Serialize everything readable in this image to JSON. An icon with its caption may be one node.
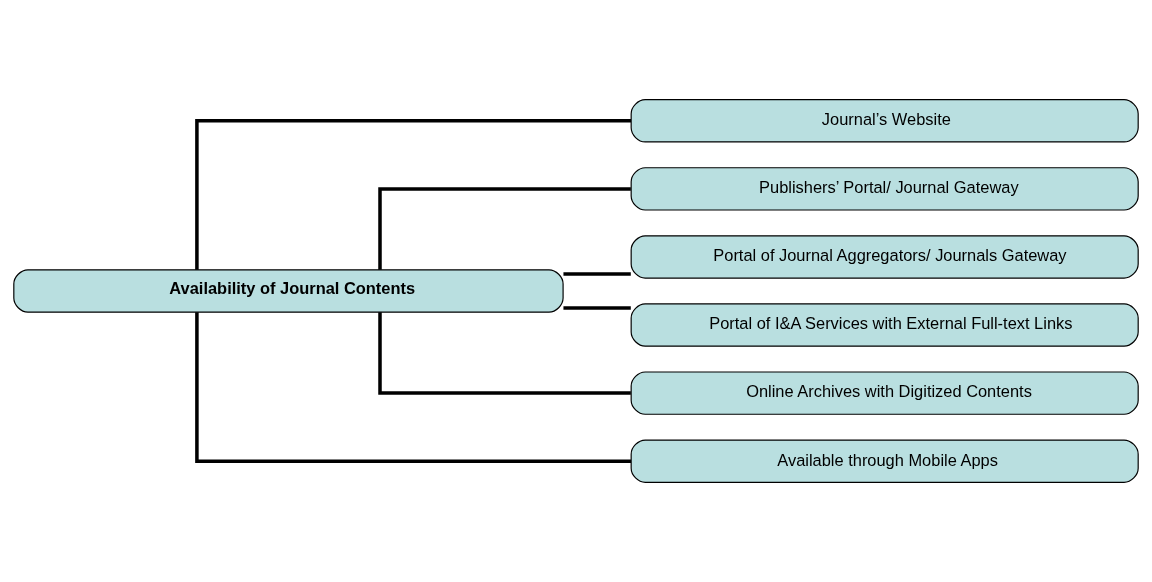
{
  "diagram": {
    "nodes": [
      {
        "text": [
          "Availability of Journal Contents"
        ]
      },
      {
        "text": [
          "Journal’s Website"
        ]
      },
      {
        "text": [
          "Publishers’ Portal/ Journal Gateway"
        ]
      },
      {
        "text": [
          "Portal of Journal Aggregators/ Journals Gateway"
        ]
      },
      {
        "text": [
          "Portal of I&A Services with External Full-text Links"
        ]
      },
      {
        "text": [
          "Online Archives with Digitized Contents"
        ]
      },
      {
        "text": [
          "Available through Mobile Apps"
        ]
      }
    ],
    "edges": [
      {
        "from": 0,
        "to": 1,
        "arrow": "none"
      },
      {
        "from": 0,
        "to": 2,
        "arrow": "none"
      },
      {
        "from": 0,
        "to": 3,
        "arrow": "none"
      },
      {
        "from": 0,
        "to": 4,
        "arrow": "none"
      },
      {
        "from": 0,
        "to": 5,
        "arrow": "none"
      },
      {
        "from": 0,
        "to": 6,
        "arrow": "none"
      }
    ]
  }
}
